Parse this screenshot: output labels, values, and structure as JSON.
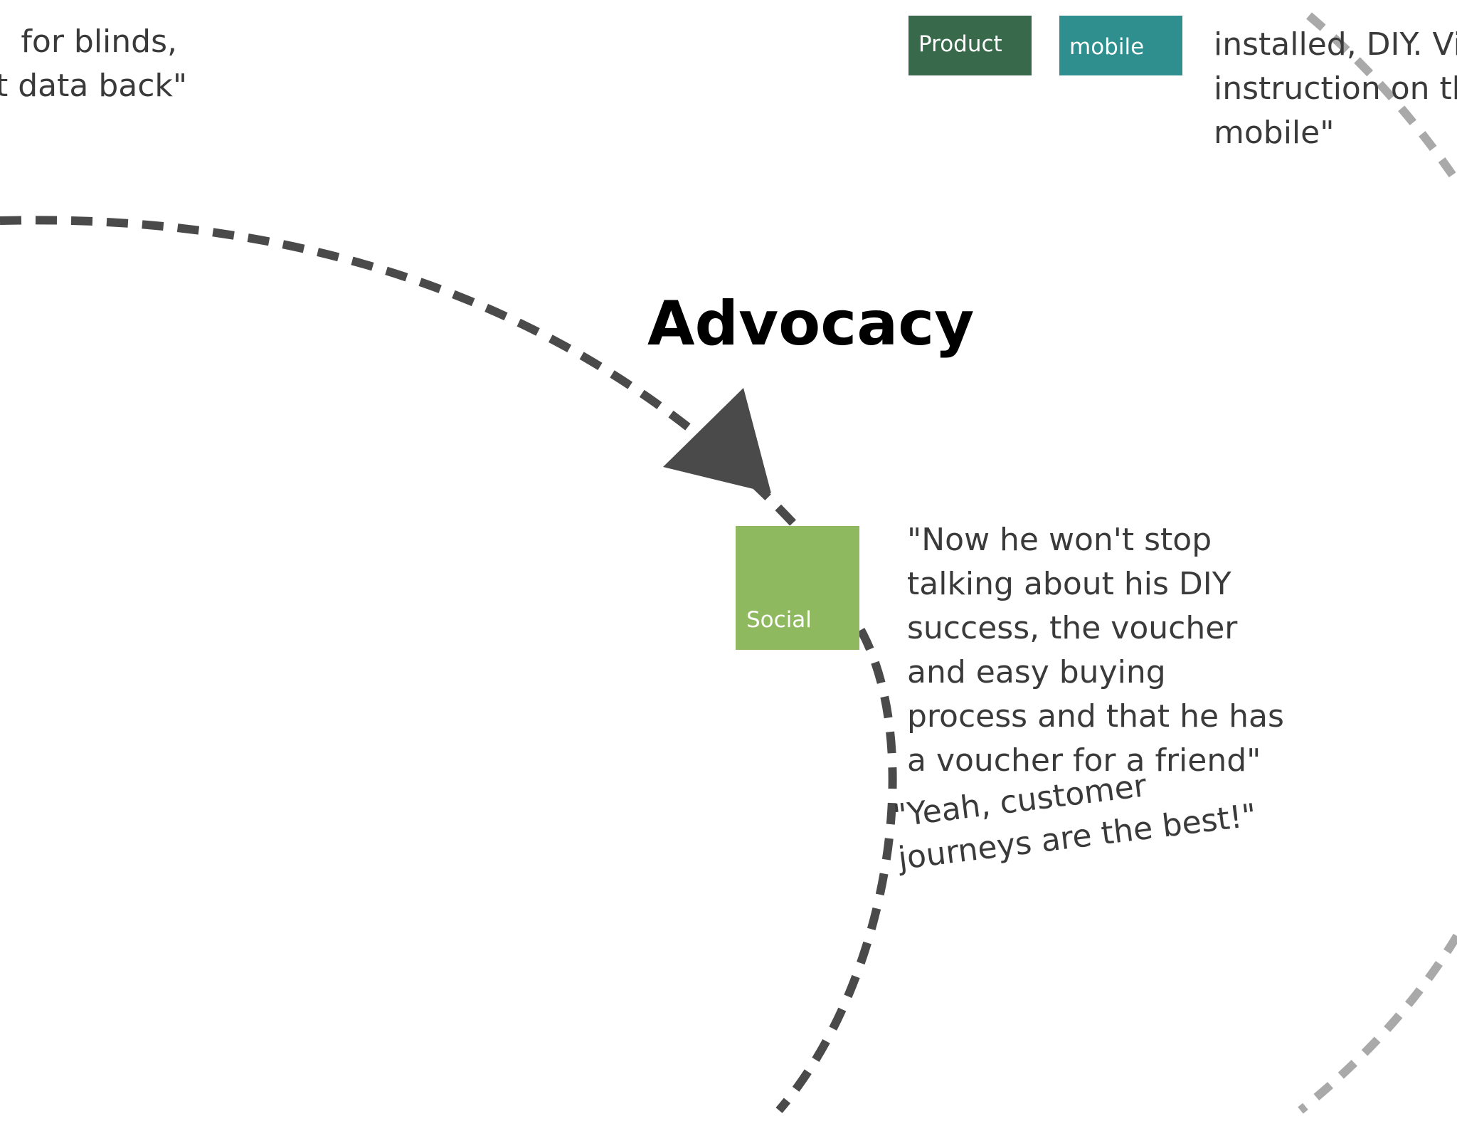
{
  "diagram": {
    "heading": "Advocacy",
    "quotes": {
      "top_left": [
        " for blinds,",
        "t data back\""
      ],
      "top_right": [
        "installed, DIY. Vid",
        "instruction on th",
        "mobile\""
      ],
      "advocacy": [
        "\"Now he won't stop",
        "talking about his DIY",
        "success, the voucher",
        "and easy buying",
        "process and that he has",
        "a voucher for a friend\""
      ],
      "customer": [
        "\"Yeah, customer",
        "journeys are the best!\""
      ]
    },
    "tags": {
      "product": {
        "label": "Product",
        "color": "#37694a"
      },
      "mobile": {
        "label": "mobile",
        "color": "#2f8f8f"
      },
      "social": {
        "label": "Social",
        "color": "#8fb95e"
      }
    },
    "colors": {
      "path": "#4a4a4a",
      "path_light": "#a9a9a9",
      "heading": "#000000",
      "text": "#3a3a3a"
    }
  }
}
